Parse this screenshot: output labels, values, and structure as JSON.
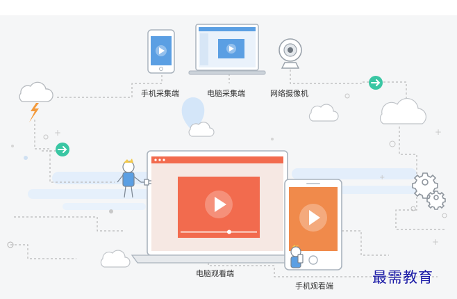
{
  "labels": {
    "mobile_capture": "手机采集端",
    "pc_capture": "电脑采集端",
    "webcam": "网络摄像机",
    "pc_viewer": "电脑观看端",
    "mobile_viewer": "手机观看端"
  },
  "watermark": "最需教育",
  "colors": {
    "accent_blue": "#5b9fe3",
    "accent_orange": "#f08a4b",
    "accent_red": "#f26b4e",
    "teal": "#39c6a3",
    "storm_orange": "#f39a3c",
    "watermark_blue": "#1a1aa6"
  }
}
